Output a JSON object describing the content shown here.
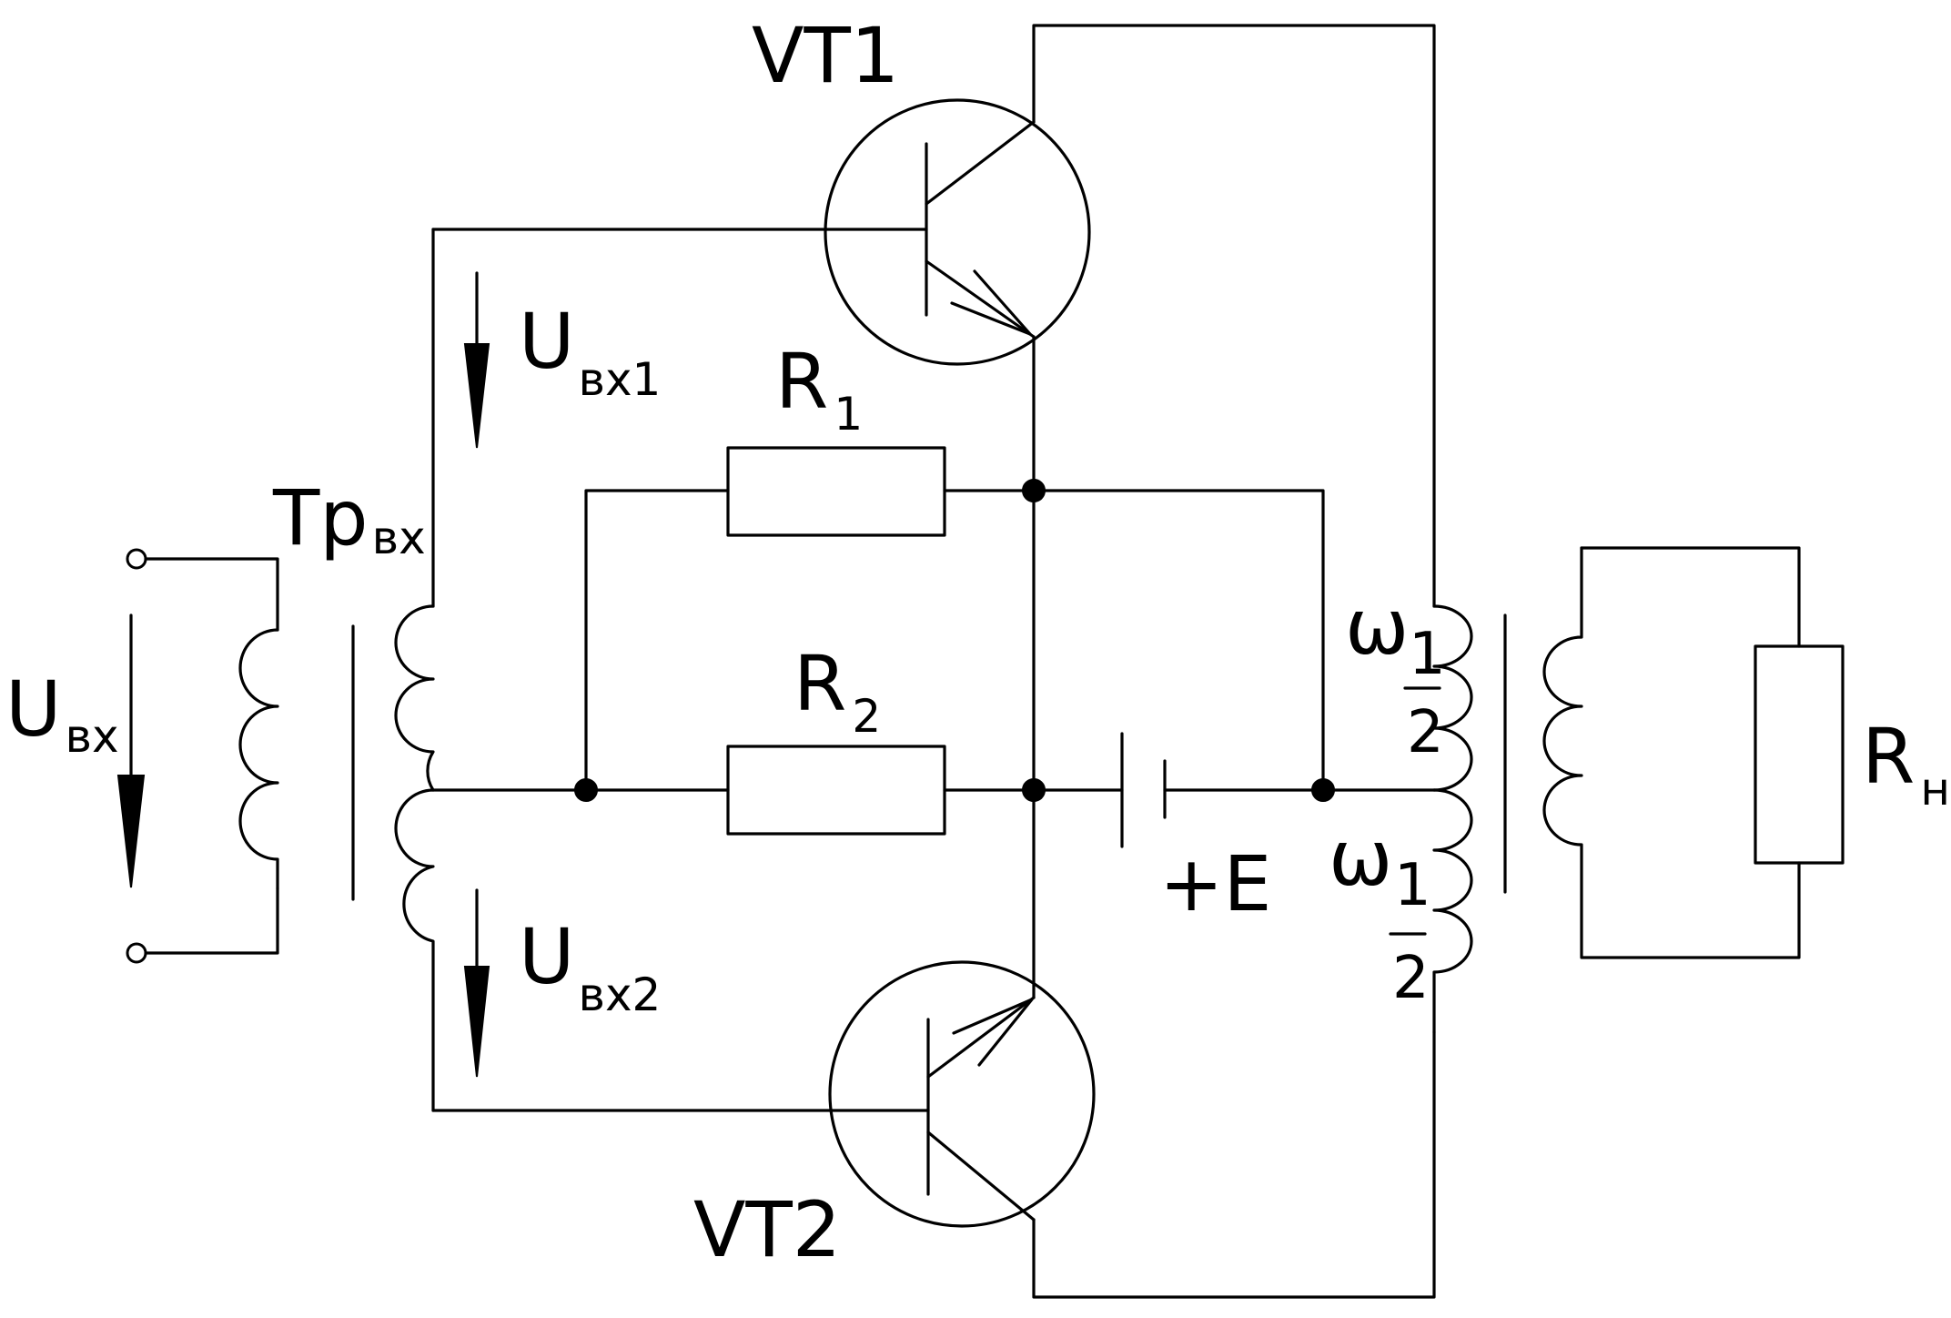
{
  "labels": {
    "vt1": "VT1",
    "vt2": "VT2",
    "tr_main": "Tp",
    "tr_sub": "вх",
    "uin_main": "U",
    "uin_sub": "вх",
    "uin1_main": "U",
    "uin1_sub": "вх1",
    "uin2_main": "U",
    "uin2_sub": "вх2",
    "r1_main": "R",
    "r1_sub": "1",
    "r2_main": "R",
    "r2_sub": "2",
    "supply": "+E",
    "w_top": "ω",
    "w_bottom": "ω",
    "frac_num_top": "1",
    "frac_den_top": "2",
    "frac_num_bottom": "1",
    "frac_den_bottom": "2",
    "rload_main": "R",
    "rload_sub": "н"
  }
}
